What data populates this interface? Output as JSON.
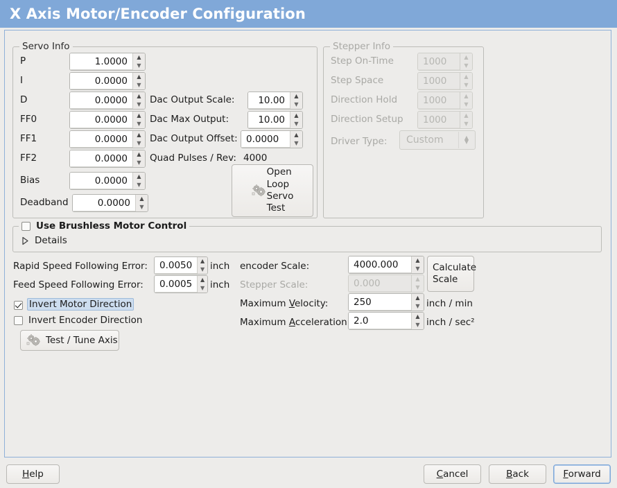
{
  "window": {
    "title": "X Axis Motor/Encoder Configuration",
    "title_bg": "#80a8d8",
    "content_bg": "#edecea",
    "accent": "#7fa8d8"
  },
  "servo_info": {
    "legend": "Servo Info",
    "gains": [
      {
        "label": "P",
        "value": "1.0000"
      },
      {
        "label": "I",
        "value": "0.0000"
      },
      {
        "label": "D",
        "value": "0.0000"
      },
      {
        "label": "FF0",
        "value": "0.0000"
      },
      {
        "label": "FF1",
        "value": "0.0000"
      },
      {
        "label": "FF2",
        "value": "0.0000"
      },
      {
        "label": "Bias",
        "value": "0.0000"
      },
      {
        "label": "Deadband",
        "value": "0.0000"
      }
    ],
    "dac_output_scale": {
      "label": "Dac Output Scale:",
      "value": "10.00"
    },
    "dac_max_output": {
      "label": "Dac Max Output:",
      "value": "10.00"
    },
    "dac_output_offset": {
      "label": "Dac Output Offset:",
      "value": "0.0000"
    },
    "quad_pulses": {
      "label": "Quad Pulses / Rev:",
      "value": "4000"
    },
    "open_loop_button": {
      "lines": [
        "Open",
        "Loop",
        "Servo",
        "Test"
      ],
      "icon": "gears-icon"
    }
  },
  "stepper_info": {
    "legend": "Stepper Info",
    "disabled": true,
    "fields": [
      {
        "label": "Step On-Time",
        "value": "1000"
      },
      {
        "label": "Step Space",
        "value": "1000"
      },
      {
        "label": "Direction Hold",
        "value": "1000"
      },
      {
        "label": "Direction Setup",
        "value": "1000"
      }
    ],
    "driver_type": {
      "label": "Driver Type:",
      "value": "Custom"
    }
  },
  "brushless": {
    "checkbox_label": "Use Brushless Motor Control",
    "checked": false,
    "details_label": "Details",
    "details_expanded": false
  },
  "following_error": {
    "rapid": {
      "label": "Rapid Speed Following Error:",
      "value": "0.0050",
      "unit": "inch"
    },
    "feed": {
      "label": "Feed Speed Following Error:",
      "value": "0.0005",
      "unit": "inch"
    }
  },
  "invert": {
    "motor": {
      "label": "Invert Motor Direction",
      "checked": true,
      "focused": true
    },
    "encoder": {
      "label": "Invert Encoder Direction",
      "checked": false,
      "focused": false
    }
  },
  "test_tune_button": {
    "label": "Test / Tune Axis",
    "icon": "gears-icon"
  },
  "scale": {
    "encoder_scale": {
      "label": "encoder Scale:",
      "value": "4000.000",
      "disabled": false,
      "unit": ""
    },
    "stepper_scale": {
      "label": "Stepper Scale:",
      "value": "0.000",
      "disabled": true,
      "unit": ""
    },
    "max_velocity": {
      "label_pre": "Maximum ",
      "label_mnemonic": "V",
      "label_post": "elocity:",
      "value": "250",
      "unit": "inch / min"
    },
    "max_accel": {
      "label_pre": "Maximum ",
      "label_mnemonic": "A",
      "label_post": "cceleration:",
      "value": "2.0",
      "unit": "inch / sec²"
    },
    "calculate_button": {
      "lines": [
        "Calculate",
        "Scale"
      ]
    }
  },
  "actions": {
    "help": {
      "mnemonic": "H",
      "pre": "",
      "post": "elp"
    },
    "cancel": {
      "mnemonic": "C",
      "pre": "",
      "post": "ancel"
    },
    "back": {
      "mnemonic": "B",
      "pre": "",
      "post": "ack"
    },
    "forward": {
      "mnemonic": "F",
      "pre": "",
      "post": "orward",
      "focused": true
    }
  }
}
